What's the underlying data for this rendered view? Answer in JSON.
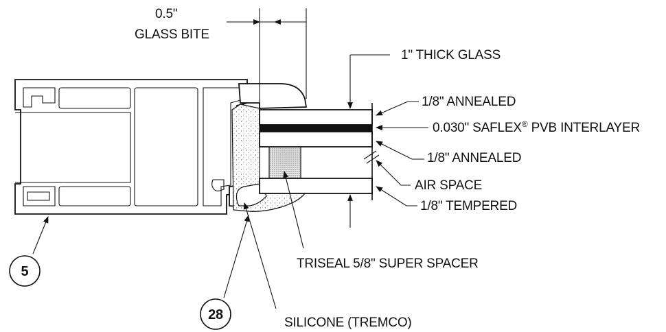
{
  "labels": {
    "glass_bite_dim": "0.5\"",
    "glass_bite": "GLASS BITE",
    "thick_glass": "1\" THICK GLASS",
    "annealed_top": "1/8\" ANNEALED",
    "interlayer_prefix": "0.030\" SAFLEX",
    "interlayer_reg": "®",
    "interlayer_suffix": " PVB INTERLAYER",
    "annealed_bottom": "1/8\" ANNEALED",
    "air_space": "AIR SPACE",
    "tempered": "1/8\" TEMPERED",
    "spacer": "TRISEAL 5/8\" SUPER SPACER",
    "silicone": "SILICONE (TREMCO)"
  },
  "callouts": {
    "frame_part": "5",
    "bead_part": "28"
  }
}
